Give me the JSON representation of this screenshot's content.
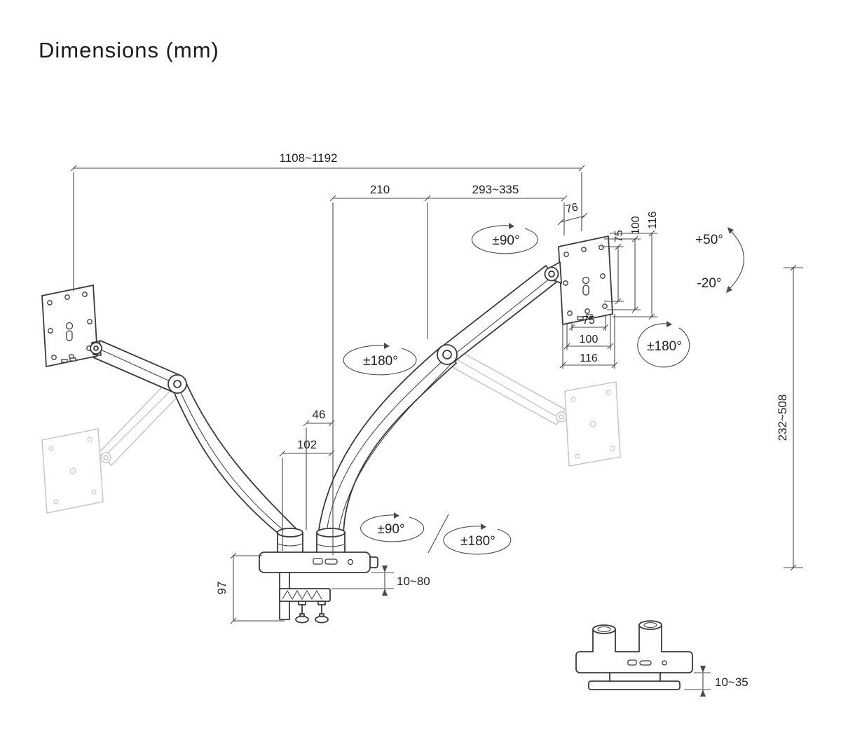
{
  "title": "Dimensions (mm)",
  "dims": {
    "overall_width": "1108~1192",
    "inner_arm_reach": "210",
    "outer_arm_reach": "293~335",
    "head_depth": "76",
    "vesa_top_75": "75",
    "vesa_top_100": "100",
    "vesa_top_116": "116",
    "vesa_bottom_75": "75",
    "vesa_bottom_100": "100",
    "vesa_bottom_116": "116",
    "height_range": "232~508",
    "pole_offset_small": "46",
    "pole_offset_large": "102",
    "clamp_height": "97",
    "clamp_desk_range": "10~80",
    "grommet_desk_range": "10~35"
  },
  "angles": {
    "head_rotation": "±90°",
    "tilt_up": "+50°",
    "tilt_down": "-20°",
    "arm_swivel": "±180°",
    "monitor_rotation": "±180°",
    "base_rotation": "±90°",
    "base_swivel": "±180°"
  },
  "colors": {
    "line": "#3a3a3a",
    "ghost": "#c8c8c8",
    "dim": "#4a4a4a",
    "text": "#222222"
  }
}
